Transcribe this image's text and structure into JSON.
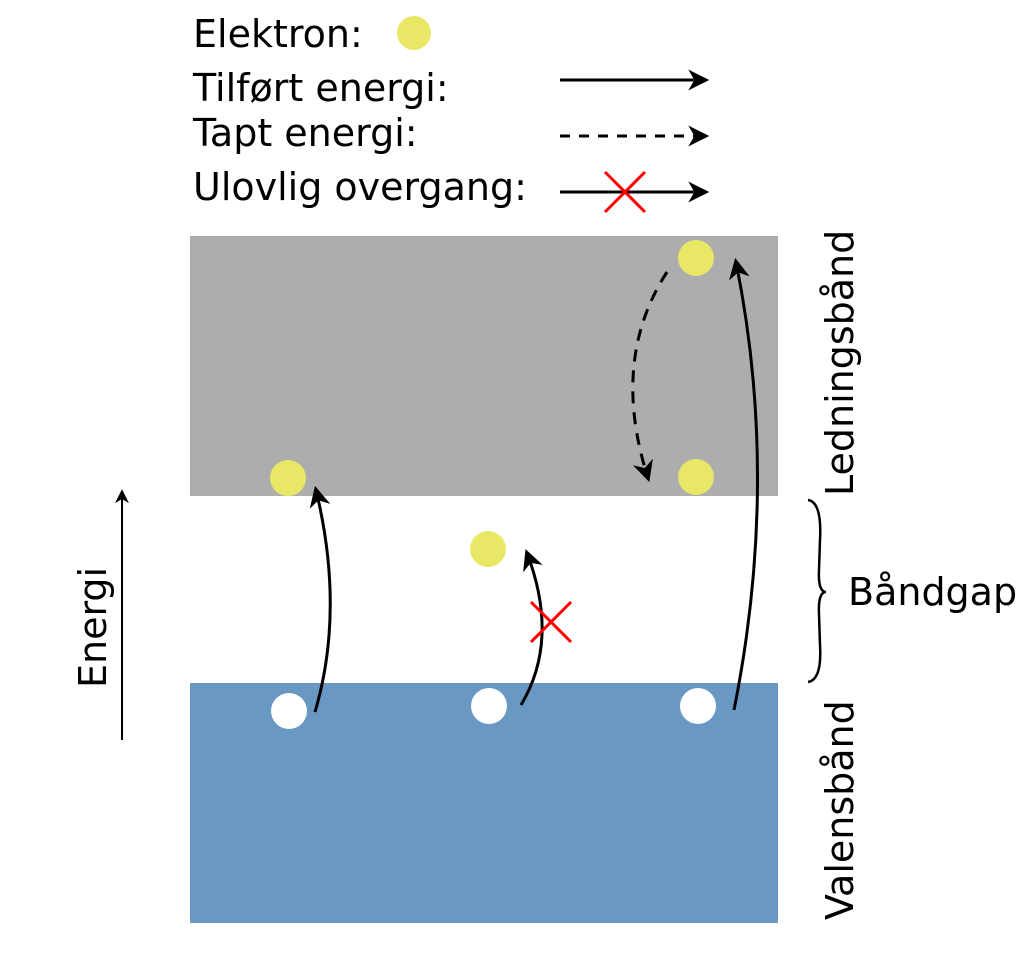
{
  "legend": {
    "electron": "Elektron:",
    "added_energy": "Tilført energi:",
    "lost_energy": "Tapt energi:",
    "forbidden_transition": "Ulovlig overgang:"
  },
  "labels": {
    "conduction_band": "Ledningsbånd",
    "band_gap": "Båndgap",
    "valence_band": "Valensbånd",
    "energy_axis": "Energi"
  },
  "colors": {
    "conduction_band": "#adadad",
    "valence_band": "#6998c3",
    "electron": "#e8e866",
    "hole": "#ffffff",
    "forbidden": "#ff0000",
    "arrow": "#000000"
  }
}
